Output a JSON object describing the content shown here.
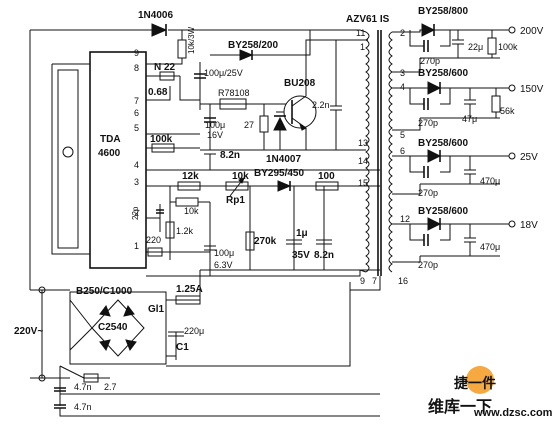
{
  "ic": {
    "name": "TDA",
    "number": "4600"
  },
  "transformer": {
    "label": "AZV61 IS"
  },
  "pins": {
    "ic": [
      "9",
      "8",
      "7",
      "6",
      "5",
      "4",
      "3",
      "2",
      "1"
    ],
    "ic_pin8": "8",
    "transformer": [
      "11",
      "1",
      "2",
      "3",
      "4",
      "5",
      "6",
      "13",
      "14",
      "15",
      "12",
      "9",
      "7",
      "16"
    ]
  },
  "components": {
    "d_1n4006": "1N4006",
    "r_10k3w": "10k/3W",
    "d_by258_200": "BY258/200",
    "r_n22": "N 22",
    "r_068": "0.68",
    "c_100u25v": "100μ/25V",
    "reg_r78108": "R78108",
    "c_100u16v_a": "100μ",
    "c_100u16v_b": "16V",
    "r_27": "27",
    "q_bu208": "BU208",
    "c_2n2": "2.2n",
    "d_1n4007": "1N4007",
    "r_100k": "100k",
    "c_8n2_a": "8.2n",
    "r_12k": "12k",
    "rp_10k": "10k",
    "rp_label": "Rp1",
    "d_by295": "BY295/450",
    "r_100": "100",
    "c_22p": "22p",
    "r_10k": "10k",
    "r_12k2": "1.2k",
    "r_220": "220",
    "c_100u63_a": "100μ",
    "c_100u63_b": "6.3V",
    "r_270k": "270k",
    "c_1u35_a": "1μ",
    "c_1u35_b": "35V",
    "c_8n2_b": "8.2n",
    "bridge": "B250/C1000",
    "fuse": "1.25A",
    "c2540": "C2540",
    "gl1": "Gl1",
    "c_220u": "220μ",
    "c1": "C1",
    "c_47n_a": "4.7n",
    "r_27b": "2.7",
    "c_47n_b": "4.7n",
    "mains": "220V~"
  },
  "outputs": [
    {
      "diode": "BY258/800",
      "c_small": "270p",
      "c_big": "22μ",
      "load": "100k",
      "voltage": "200V"
    },
    {
      "diode": "BY258/600",
      "c_small": "270p",
      "c_big": "47μ",
      "load": "56k",
      "voltage": "150V"
    },
    {
      "diode": "BY258/600",
      "c_small": "270p",
      "c_big": "470μ",
      "load": "",
      "voltage": "25V"
    },
    {
      "diode": "BY258/600",
      "c_small": "270p",
      "c_big": "470μ",
      "load": "",
      "voltage": "18V"
    }
  ],
  "watermark": {
    "brand": "维库一下",
    "url": "www.dzsc.com",
    "stamp": "捷一件"
  },
  "colors": {
    "ink": "#111111",
    "watermark_red": "#e02020",
    "watermark_orange": "#f39a1e"
  }
}
